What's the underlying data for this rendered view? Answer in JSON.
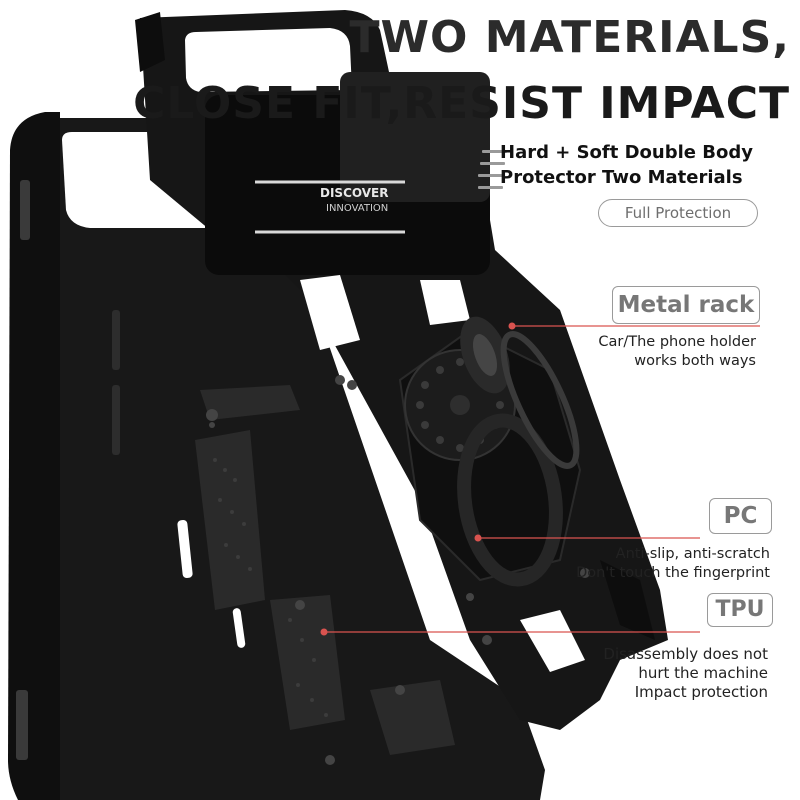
{
  "headline": {
    "line1": "TWO MATERIALS,",
    "line2": "CLOSE FIT,RESIST IMPACT"
  },
  "subtitle": {
    "line1": "Hard + Soft Double Body",
    "line2": "Protector Two Materials"
  },
  "badge": "Full Protection",
  "product_marking": {
    "line1": "DISCOVER",
    "line2": "INNOVATION"
  },
  "callouts": [
    {
      "title": "Metal rack",
      "lines": [
        "Car/The phone holder",
        "works both ways"
      ]
    },
    {
      "title": "PC",
      "lines": [
        "Anti-slip, anti-scratch",
        "Don't touch the fingerprint"
      ]
    },
    {
      "title": "TPU",
      "lines": [
        "Disassembly does not",
        "hurt the machine",
        "Impact protection"
      ]
    }
  ],
  "colors": {
    "case_black": "#141414",
    "leader_line": "#d9534f",
    "label_border": "#9a9a9a"
  }
}
